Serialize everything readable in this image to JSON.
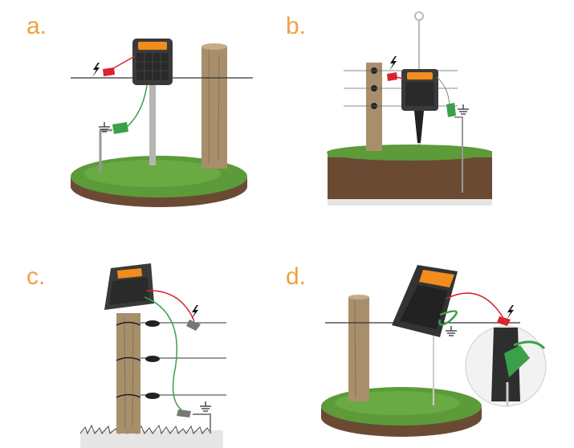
{
  "labels": {
    "a": "a.",
    "b": "b.",
    "c": "c.",
    "d": "d."
  },
  "colors": {
    "label": "#f0a040",
    "energizer_body": "#3a3a3a",
    "solar_panel": "#f28c1c",
    "grass": "#5c9a3a",
    "soil": "#6b4a34",
    "post": "#a88f6c",
    "positive_lead": "#d9232d",
    "ground_lead": "#3aa04a",
    "wire": "#333333"
  },
  "icons": [
    "lightning-bolt-icon",
    "ground-symbol-icon",
    "red-clip-icon",
    "green-clip-icon",
    "insulator-icon"
  ]
}
